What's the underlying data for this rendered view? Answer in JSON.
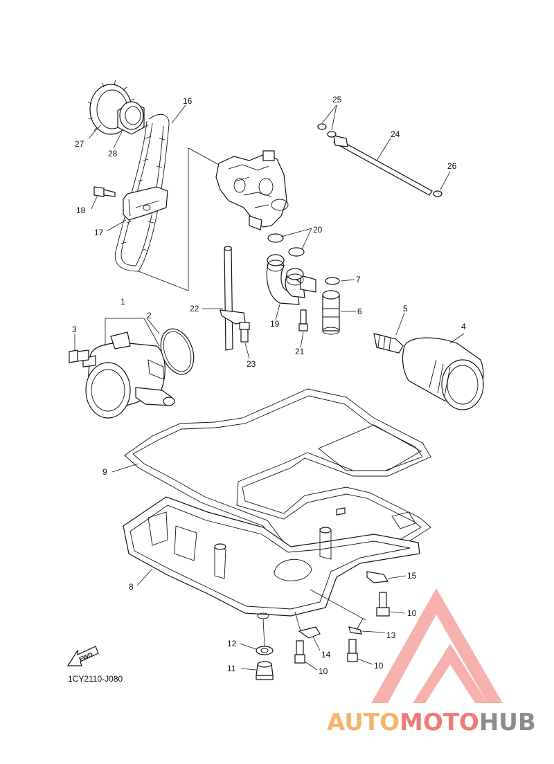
{
  "diagram_code": "1CY2110-J080",
  "fwd_label": "FWD",
  "watermark": {
    "text_auto": "AUTO",
    "text_moto": "MOTO",
    "text_hub": "HUB",
    "colors": {
      "triangle": "#f5a3a0",
      "auto": "#f4b56b",
      "moto": "#f07a74",
      "hub": "#8c8c8c"
    }
  },
  "callouts": {
    "c1": "1",
    "c2": "2",
    "c3": "3",
    "c4": "4",
    "c5": "5",
    "c6": "6",
    "c7": "7",
    "c8": "8",
    "c9": "9",
    "c10a": "10",
    "c10b": "10",
    "c10c": "10",
    "c11": "11",
    "c12": "12",
    "c13": "13",
    "c14": "14",
    "c15": "15",
    "c16": "16",
    "c17": "17",
    "c18": "18",
    "c19": "19",
    "c20": "20",
    "c21": "21",
    "c22": "22",
    "c23": "23",
    "c24": "24",
    "c25": "25",
    "c26": "26",
    "c27": "27",
    "c28": "28"
  }
}
